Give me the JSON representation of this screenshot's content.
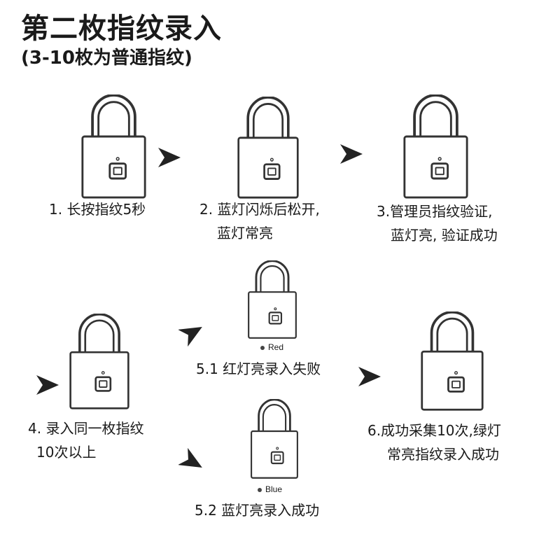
{
  "title": "第二枚指纹录入",
  "subtitle": "(3-10枚为普通指纹)",
  "steps": {
    "s1": {
      "line1": "1. 长按指纹5秒",
      "line2": ""
    },
    "s2": {
      "line1": "2. 蓝灯闪烁后松开,",
      "line2": "蓝灯常亮"
    },
    "s3": {
      "line1": "3.管理员指纹验证,",
      "line2": "蓝灯亮, 验证成功"
    },
    "s4": {
      "line1": "4. 录入同一枚指纹",
      "line2": "10次以上"
    },
    "s51": {
      "line1": "5.1 红灯亮录入失败"
    },
    "s52": {
      "line1": "5.2 蓝灯亮录入成功"
    },
    "s6": {
      "line1": "6.成功采集10次,绿灯",
      "line2": "常亮指纹录入成功"
    }
  },
  "led_labels": {
    "red": "Red",
    "blue": "Blue"
  },
  "colors": {
    "stroke": "#333333",
    "arrow": "#222222"
  }
}
